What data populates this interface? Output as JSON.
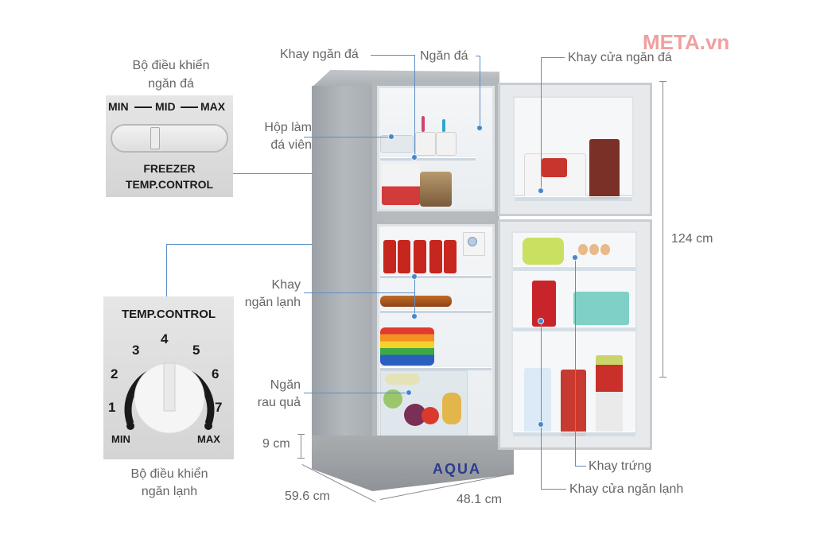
{
  "watermark": "META.vn",
  "freezer_control": {
    "caption_line1": "Bộ điều khiển",
    "caption_line2": "ngăn đá",
    "scale_min": "MIN",
    "scale_mid": "MID",
    "scale_max": "MAX",
    "title_line1": "FREEZER",
    "title_line2": "TEMP.CONTROL"
  },
  "fridge_control": {
    "title": "TEMP.CONTROL",
    "dial_numbers": [
      "1",
      "2",
      "3",
      "4",
      "5",
      "6",
      "7"
    ],
    "min_label": "MIN",
    "max_label": "MAX",
    "caption_line1": "Bộ điều khiển",
    "caption_line2": "ngăn lạnh"
  },
  "callouts": {
    "freezer_tray": "Khay ngăn đá",
    "freezer_compartment": "Ngăn đá",
    "ice_box_line1": "Hộp làm",
    "ice_box_line2": "đá viên",
    "freezer_door_tray": "Khay cửa ngăn đá",
    "fridge_shelf_line1": "Khay",
    "fridge_shelf_line2": "ngăn lạnh",
    "crisper_line1": "Ngăn",
    "crisper_line2": "rau quả",
    "egg_tray": "Khay trứng",
    "fridge_door_tray": "Khay cửa ngăn lạnh"
  },
  "dimensions": {
    "height": "124 cm",
    "base_height": "9 cm",
    "depth": "59.6 cm",
    "width": "48.1 cm"
  },
  "brand": "AQUA",
  "colors": {
    "leader_line": "#5b8fc4",
    "label_text": "#666666",
    "watermark": "#f0a0a0",
    "brand_logo": "#2b3b8f"
  }
}
